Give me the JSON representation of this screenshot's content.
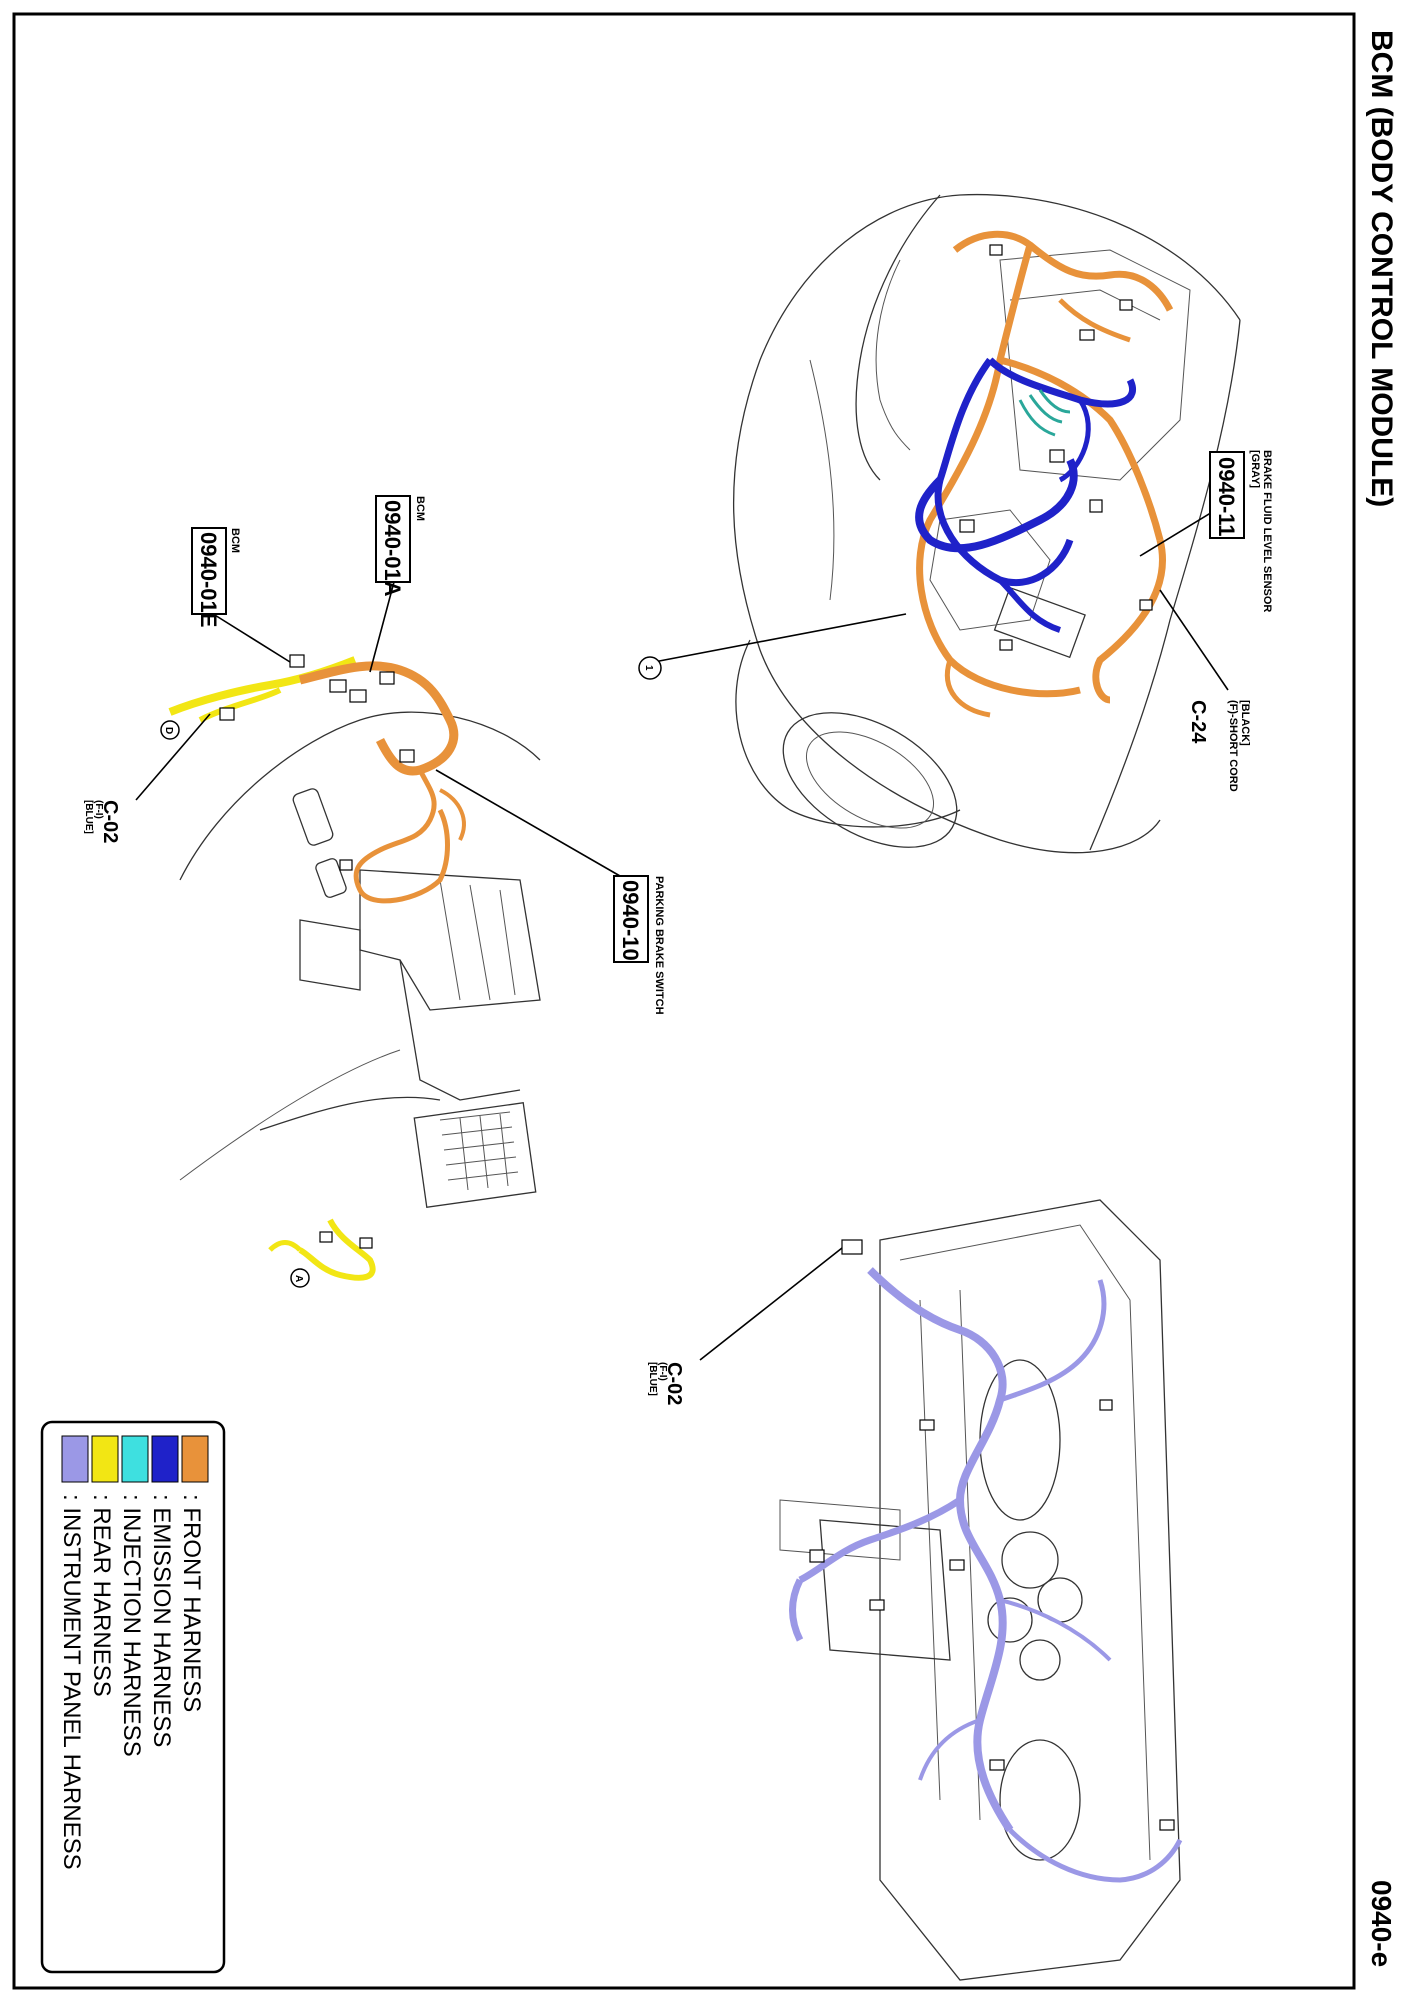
{
  "header": {
    "title": "BCM (BODY CONTROL MODULE)",
    "page_code": "0940-e"
  },
  "labels": {
    "code_0940_11": "0940-11",
    "gray_tag": "[GRAY]",
    "brake_fluid_sensor": "BRAKE FLUID LEVEL SENSOR",
    "c24": "C-24",
    "black_tag": "[BLACK]",
    "short_cord": "(F)-SHORT CORD",
    "callout_one": "1",
    "code_0940_01a": "0940-01A",
    "bcm_a": "BCM",
    "code_0940_01e": "0940-01E",
    "bcm_e": "BCM",
    "c02": "C-02",
    "f_i_tag": "(F-I)",
    "blue_tag": "[BLUE]",
    "callout_d": "D",
    "callout_a": "A",
    "code_0940_10": "0940-10",
    "parking_brake_switch": "PARKING BRAKE SWITCH"
  },
  "legend": {
    "items": [
      {
        "label": ": FRONT HARNESS",
        "color": "#e8923a"
      },
      {
        "label": ": EMISSION HARNESS",
        "color": "#1f22c9"
      },
      {
        "label": ": INJECTION HARNESS",
        "color": "#3ee0e0"
      },
      {
        "label": ": REAR HARNESS",
        "color": "#f2e614"
      },
      {
        "label": ": INSTRUMENT PANEL HARNESS",
        "color": "#9b98e6"
      }
    ]
  }
}
